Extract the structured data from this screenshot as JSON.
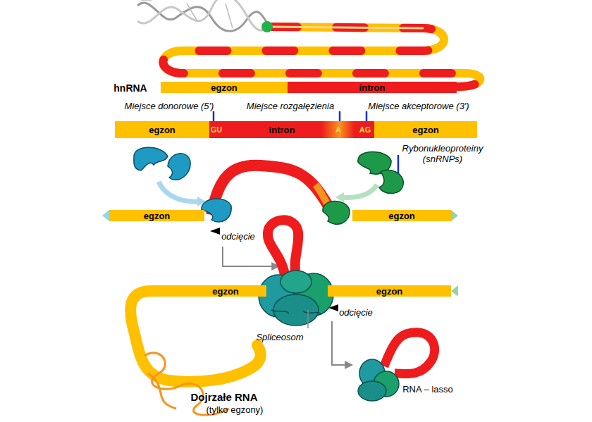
{
  "diagram": {
    "nodes": [
      {
        "text": [
          "egzon"
        ]
      },
      {
        "text": [
          "intron"
        ]
      },
      {
        "text": [
          "egzon"
        ]
      },
      {
        "text": [
          "GU",
          "intron",
          "A",
          "AG"
        ]
      },
      {
        "text": [
          "egzon"
        ]
      },
      {
        "text": [
          "egzon"
        ]
      },
      {
        "text": [
          "egzon"
        ]
      },
      {
        "text": [
          "egzon"
        ]
      },
      {
        "text": [
          "egzon"
        ]
      }
    ],
    "labels": [
      "hnRNA",
      "Miejsce donorowe (5')",
      "Miejsce rozgałęzienia",
      "Miejsce akceptorowe (3')",
      "Rybonukleoproteiny (snRNPs)",
      "odcięcie",
      "odcięcie",
      "Spliceosom",
      "Dojrzałe RNA",
      "(tylko egzony)",
      "RNA – lasso"
    ]
  }
}
